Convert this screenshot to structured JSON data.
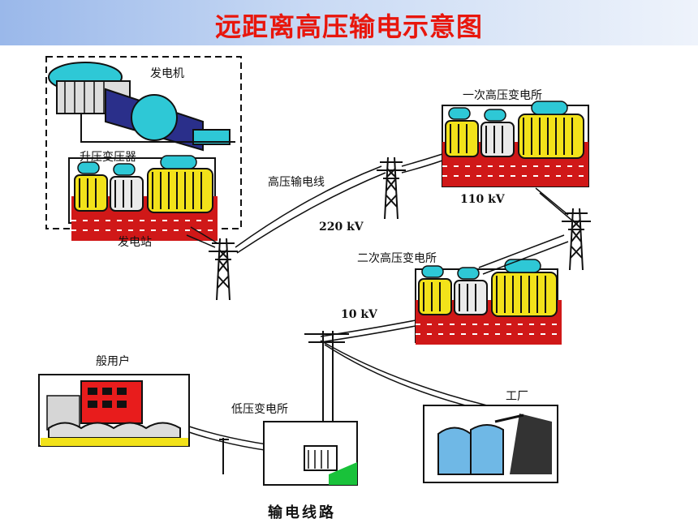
{
  "title": "远距离高压输电示意图",
  "labels": {
    "generator": "发电机",
    "step_up_transformer": "升压变压器",
    "power_station": "发电站",
    "hv_line": "高压输电线",
    "v220": "220 kV",
    "primary_substation": "一次高压变电所",
    "v110": "110 kV",
    "secondary_substation": "二次高压变电所",
    "v10": "10 kV",
    "household": "般用户",
    "lv_substation": "低压变电所",
    "factory": "工厂",
    "caption": "输电线路"
  },
  "colors": {
    "title": "#e8160c",
    "cyan": "#2ec8d6",
    "yellow": "#f2e21a",
    "red": "#d01818",
    "green": "#19c23a",
    "building": "#e81c1c"
  }
}
